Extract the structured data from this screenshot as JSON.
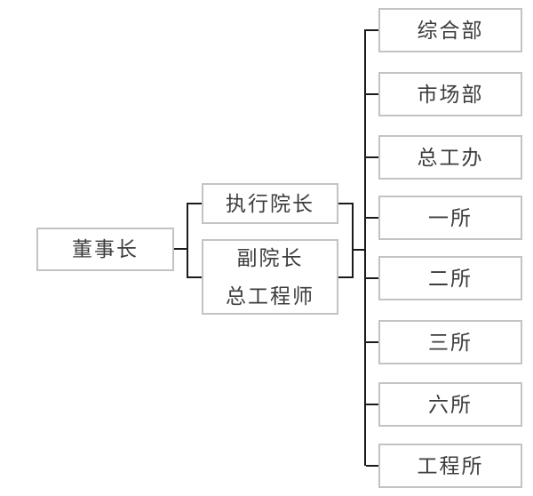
{
  "diagram_type": "org-chart",
  "nodes": {
    "chairman": {
      "label": "董事长"
    },
    "executive_dean": {
      "label": "执行院长"
    },
    "vice_dean_chief_engineer": {
      "line1": "副院长",
      "line2": "总工程师"
    },
    "departments": [
      {
        "label": "综合部"
      },
      {
        "label": "市场部"
      },
      {
        "label": "总工办"
      },
      {
        "label": "一所"
      },
      {
        "label": "二所"
      },
      {
        "label": "三所"
      },
      {
        "label": "六所"
      },
      {
        "label": "工程所"
      }
    ]
  },
  "colors": {
    "background": "#ffffff",
    "box_border": "#c3c3c3",
    "connector_line": "#1b1b1b",
    "text": "#3d3d3d"
  }
}
